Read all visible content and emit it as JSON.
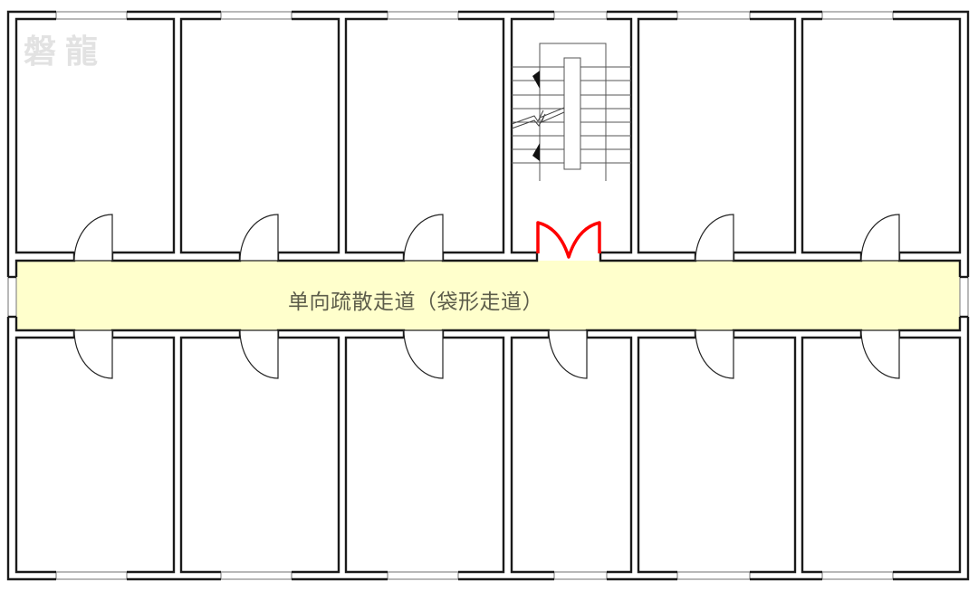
{
  "figure": {
    "type": "architectural-floor-plan",
    "watermark": "磐龍",
    "corridor_label": "单向疏散走道（袋形走道）",
    "colors": {
      "corridor_fill": "#ffffcc",
      "wall_stroke": "#1a1a1a",
      "stair_exit_door": "#ff0000",
      "watermark": "#e2e2e2",
      "label_text": "#5c5c4a"
    },
    "rooms": {
      "top_row": [
        "room-1",
        "room-2",
        "room-3",
        "stairwell",
        "room-5",
        "room-6"
      ],
      "bottom_row": [
        "room-7",
        "room-8",
        "room-9",
        "room-10",
        "room-11",
        "room-12"
      ]
    },
    "doors": {
      "top_row_count": 6,
      "bottom_row_count": 6,
      "highlighted": "stairwell double door (red)"
    }
  }
}
